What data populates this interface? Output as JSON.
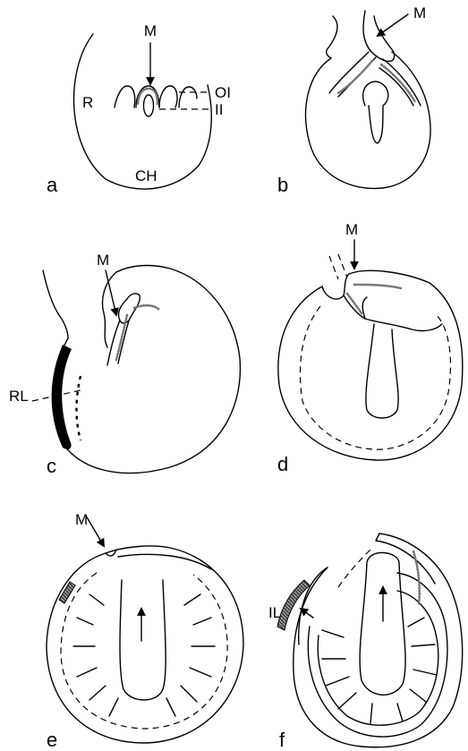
{
  "panels": [
    {
      "id": "a",
      "letter": "a",
      "labels": {
        "m": "M",
        "r": "R",
        "ch": "CH",
        "ol": "OI",
        "il": "II"
      }
    },
    {
      "id": "b",
      "letter": "b",
      "labels": {
        "m": "M"
      }
    },
    {
      "id": "c",
      "letter": "c",
      "labels": {
        "m": "M",
        "rl": "RL"
      }
    },
    {
      "id": "d",
      "letter": "d",
      "labels": {
        "m": "M"
      }
    },
    {
      "id": "e",
      "letter": "e",
      "labels": {
        "m": "M"
      }
    },
    {
      "id": "f",
      "letter": "f",
      "labels": {
        "il": "IL"
      }
    }
  ]
}
